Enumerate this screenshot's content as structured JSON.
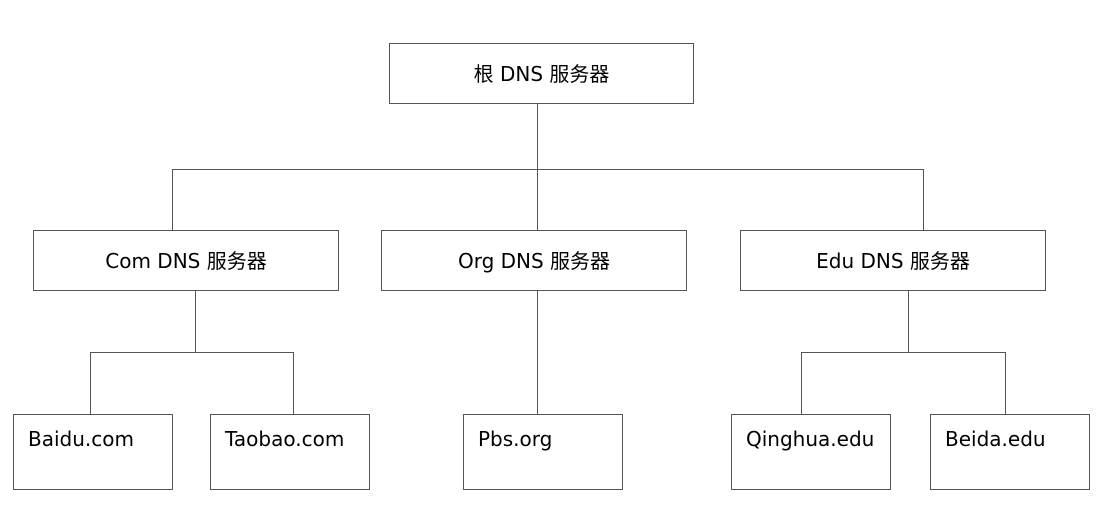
{
  "diagram": {
    "root": {
      "label": "根 DNS 服务器"
    },
    "tlds": [
      {
        "label": "Com DNS 服务器"
      },
      {
        "label": "Org DNS 服务器"
      },
      {
        "label": "Edu DNS 服务器"
      }
    ],
    "leaves": [
      {
        "label": "Baidu.com",
        "parent": 0
      },
      {
        "label": "Taobao.com",
        "parent": 0
      },
      {
        "label": "Pbs.org",
        "parent": 1
      },
      {
        "label": "Qinghua.edu",
        "parent": 2
      },
      {
        "label": "Beida.edu",
        "parent": 2
      }
    ],
    "line_color": "#555555"
  }
}
